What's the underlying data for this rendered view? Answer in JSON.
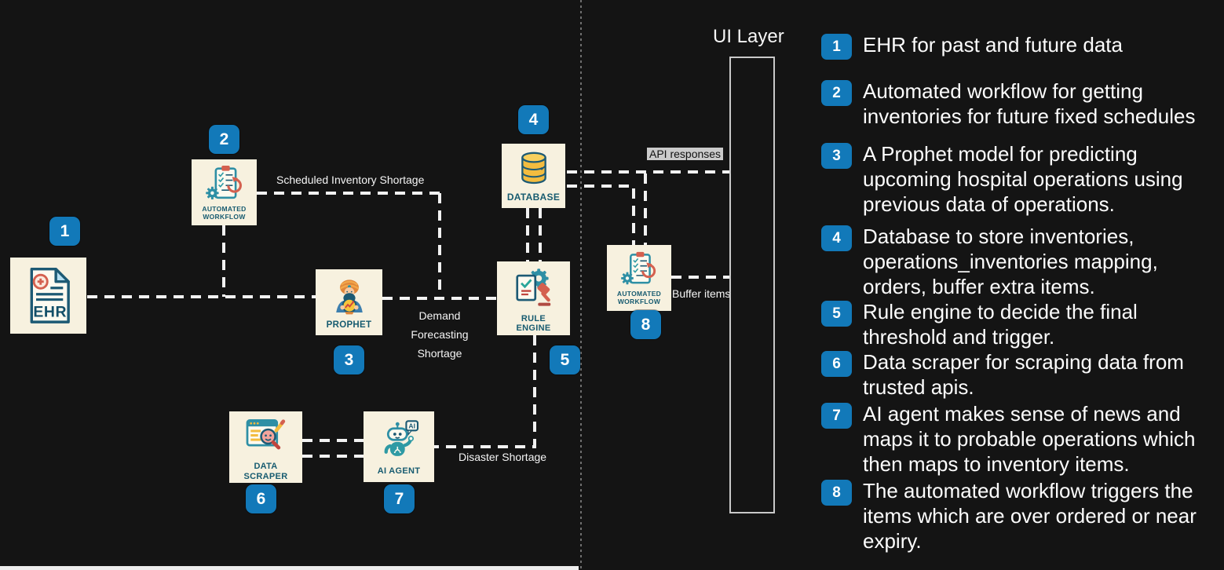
{
  "diagram": {
    "ui_layer_title": "UI Layer",
    "badges": [
      "1",
      "2",
      "3",
      "4",
      "5",
      "6",
      "7",
      "8"
    ],
    "nodes": {
      "ehr": {
        "label": "EHR"
      },
      "workflow_top": {
        "label": "AUTOMATED WORKFLOW"
      },
      "prophet": {
        "label": "PROPHET"
      },
      "database": {
        "label": "DATABASE"
      },
      "rule_engine": {
        "label": "RULE ENGINE"
      },
      "data_scraper": {
        "label": "DATA SCRAPER"
      },
      "ai_agent": {
        "label": "AI AGENT",
        "bubble": "AI"
      },
      "workflow_right": {
        "label": "AUTOMATED WORKFLOW"
      }
    },
    "edge_labels": {
      "scheduled": "Scheduled Inventory Shortage",
      "demand": [
        "Demand",
        "Forecasting",
        "Shortage"
      ],
      "api_responses": "API responses",
      "buffer_items": "Buffer items",
      "disaster": "Disaster Shortage"
    }
  },
  "legend": {
    "items": [
      {
        "num": "1",
        "lines": [
          "EHR for past and future data"
        ]
      },
      {
        "num": "2",
        "lines": [
          "Automated workflow for getting",
          "inventories for future fixed schedules"
        ]
      },
      {
        "num": "3",
        "lines": [
          "A Prophet model for predicting",
          "upcoming hospital operations using",
          "previous data of operations."
        ]
      },
      {
        "num": "4",
        "lines": [
          "Database to store inventories,",
          "operations_inventories mapping,",
          "orders, buffer extra items."
        ]
      },
      {
        "num": "5",
        "lines": [
          "Rule engine to decide the final",
          "threshold and trigger."
        ]
      },
      {
        "num": "6",
        "lines": [
          "Data scraper for scraping data from",
          "trusted apis."
        ]
      },
      {
        "num": "7",
        "lines": [
          "AI agent makes sense of news and",
          "maps it to probable operations which",
          "then maps to inventory items."
        ]
      },
      {
        "num": "8",
        "lines": [
          "The automated workflow triggers the",
          "items which are over ordered or near",
          "expiry."
        ]
      }
    ]
  },
  "colors": {
    "background": "#141414",
    "badge_blue": "#1279b9",
    "node_background": "#f7f1df",
    "icon_teal": "#2e8fa5",
    "icon_dark_teal": "#1d5a74",
    "icon_red": "#d4604f",
    "icon_yellow": "#f3bc3f",
    "connector_white": "#f2f2f2"
  }
}
